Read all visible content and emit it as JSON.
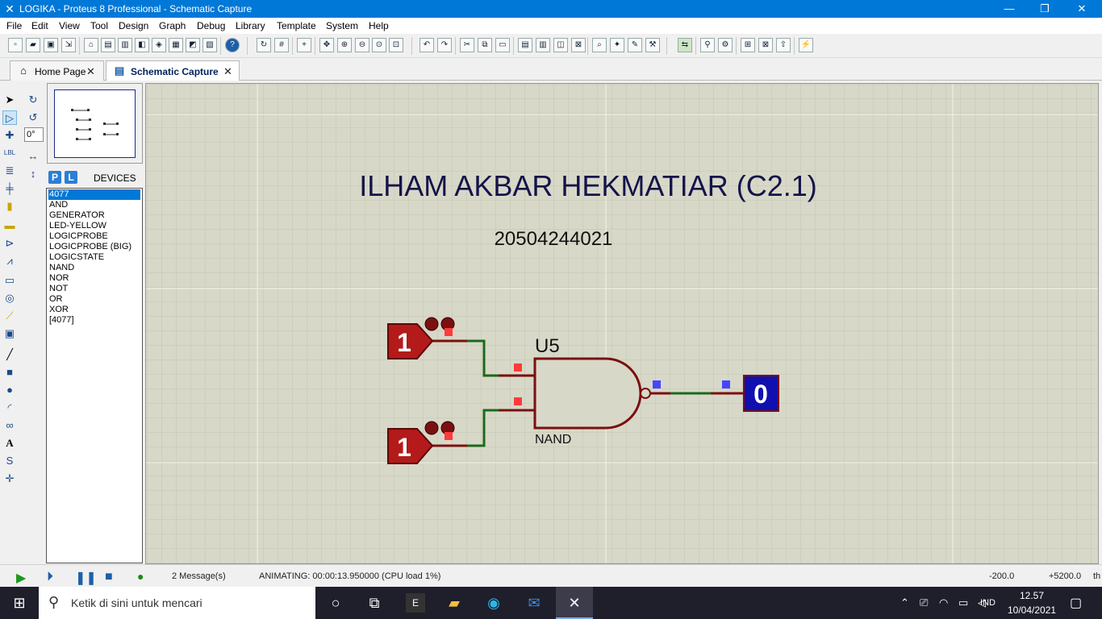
{
  "window": {
    "title": "LOGIKA - Proteus 8 Professional - Schematic Capture",
    "buttons": [
      "—",
      "❐",
      "✕"
    ]
  },
  "menu": [
    "File",
    "Edit",
    "View",
    "Tool",
    "Design",
    "Graph",
    "Debug",
    "Library",
    "Template",
    "System",
    "Help"
  ],
  "tabs": [
    {
      "label": "Home Page",
      "icon": "home-icon",
      "active": false
    },
    {
      "label": "Schematic Capture",
      "icon": "isis-icon",
      "active": true
    }
  ],
  "left_panel": {
    "rotation_value": "0°",
    "pick_label": "P",
    "library_label": "L",
    "devices_title": "DEVICES",
    "devices": [
      "4077",
      "AND",
      "GENERATOR",
      "LED-YELLOW",
      "LOGICPROBE",
      "LOGICPROBE (BIG)",
      "LOGICSTATE",
      "NAND",
      "NOR",
      "NOT",
      "OR",
      "XOR",
      "[4077]"
    ],
    "selected_device": "4077"
  },
  "schematic": {
    "title_text": "ILHAM AKBAR HEKMATIAR (C2.1)",
    "id_text": "20504244021",
    "gate_ref": "U5",
    "gate_type": "NAND",
    "input_a_state": "1",
    "input_b_state": "1",
    "output_state": "0",
    "colors": {
      "grid_bg": "#d8d8c8",
      "grid_line": "#c8c8b8",
      "logicstate_fill": "#b41a1a",
      "probe_fill": "#1010b0",
      "wire_high": "#1a6a1a",
      "wire_dark": "#7a1010",
      "gate_fill": "#d8d8c8"
    }
  },
  "status": {
    "messages": "2 Message(s)",
    "animating": "ANIMATING: 00:00:13.950000 (CPU load 1%)",
    "coord_x": "-200.0",
    "coord_y": "+5200.0",
    "unit": "th"
  },
  "taskbar": {
    "search_placeholder": "Ketik di sini untuk mencari",
    "language": "IND",
    "time": "12.57",
    "date": "10/04/2021"
  }
}
